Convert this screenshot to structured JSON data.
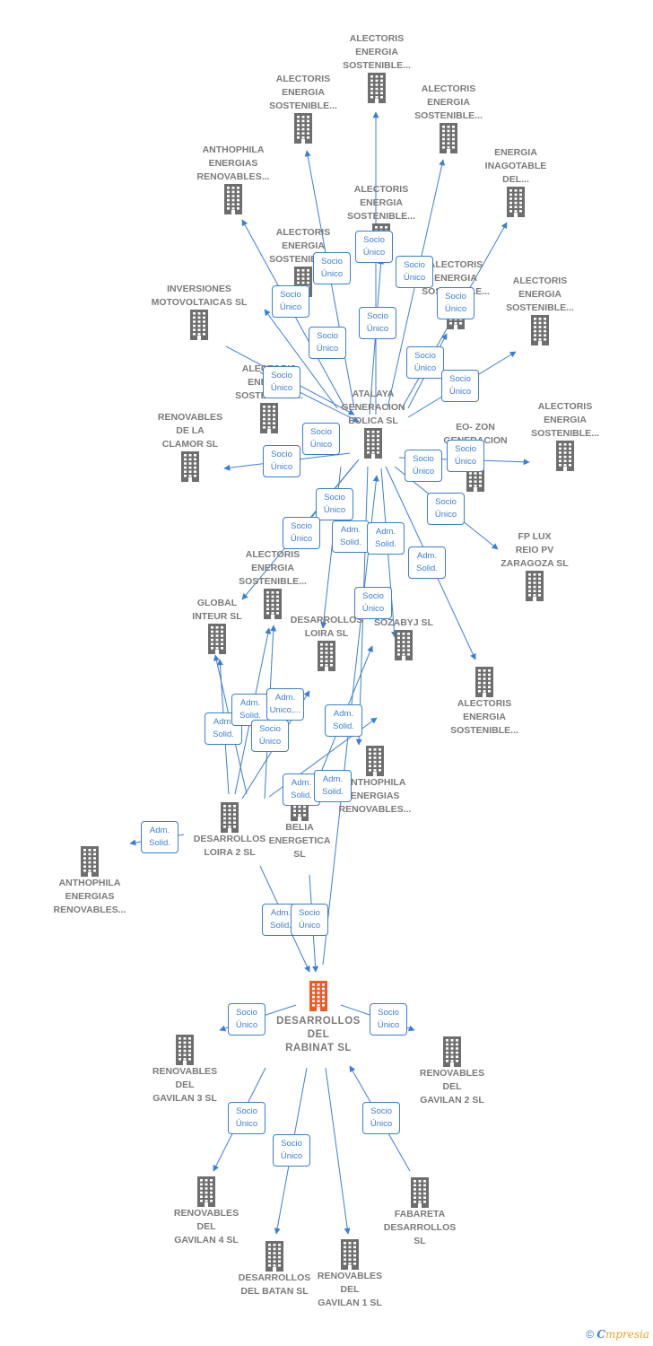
{
  "colors": {
    "node": "#6e6e6e",
    "primary": "#ee5a24",
    "edge": "#3a7fd5",
    "label": "#7a7a7a"
  },
  "nodes": [
    {
      "id": "n1",
      "label": "ALECTORIS\nENERGIA\nSOSTENIBLE...",
      "icon": "building-icon"
    },
    {
      "id": "n2",
      "label": "ALECTORIS\nENERGIA\nSOSTENIBLE...",
      "icon": "building-icon"
    },
    {
      "id": "n3",
      "label": "ALECTORIS\nENERGIA\nSOSTENIBLE...",
      "icon": "building-icon"
    },
    {
      "id": "n4",
      "label": "ANTHOPHILA\nENERGIAS\nRENOVABLES...",
      "icon": "building-icon"
    },
    {
      "id": "n5",
      "label": "ENERGIA\nINAGOTABLE\nDEL...",
      "icon": "building-icon"
    },
    {
      "id": "n6",
      "label": "ALECTORIS\nENERGIA\nSOSTENIBLE...",
      "icon": "building-icon"
    },
    {
      "id": "n7",
      "label": "ALECTORIS\nENERGIA\nSOSTENIBLE...",
      "icon": "building-icon"
    },
    {
      "id": "n8",
      "label": "ALECTORIS\nENERGIA\nSOSTENIBLE...",
      "icon": "building-icon"
    },
    {
      "id": "n9",
      "label": "ALECTORIS\nENERGIA\nSOSTENIBLE...",
      "icon": "building-icon"
    },
    {
      "id": "n10",
      "label": "INVERSIONES\nMOTOVOLTAICAS SL",
      "icon": "building-icon"
    },
    {
      "id": "n11",
      "label": "ALECTORIS\nENERGIA\nSOSTENIBLE...",
      "icon": "building-icon"
    },
    {
      "id": "n12",
      "label": "ATALAYA\nGENERACION\nEOLICA  SL",
      "icon": "building-icon"
    },
    {
      "id": "n13",
      "label": "ALECTORIS\nENERGIA\nSOSTENIBLE...",
      "icon": "building-icon"
    },
    {
      "id": "n14",
      "label": "RENOVABLES\nDE LA\nCLAMOR  SL",
      "icon": "building-icon"
    },
    {
      "id": "n15",
      "label": "EO- ZON\nGENERACION\nSL",
      "icon": "building-icon"
    },
    {
      "id": "n16",
      "label": "FP LUX\nREIO PV\nZARAGOZA  SL",
      "icon": "building-icon"
    },
    {
      "id": "n17",
      "label": "ALECTORIS\nENERGIA\nSOSTENIBLE...",
      "icon": "building-icon"
    },
    {
      "id": "n18",
      "label": "GLOBAL\nINTEUR  SL",
      "icon": "building-icon"
    },
    {
      "id": "n19",
      "label": "DESARROLLOS\nLOIRA SL",
      "icon": "building-icon"
    },
    {
      "id": "n20",
      "label": "SOZABYJ SL",
      "icon": "building-icon"
    },
    {
      "id": "n21",
      "label": "ALECTORIS\nENERGIA\nSOSTENIBLE...",
      "icon": "building-icon"
    },
    {
      "id": "n22",
      "label": "ANTHOPHILA\nENERGIAS\nRENOVABLES...",
      "icon": "building-icon"
    },
    {
      "id": "n23",
      "label": "DESARROLLOS\nLOIRA 2  SL",
      "icon": "building-icon"
    },
    {
      "id": "n24",
      "label": "BELIA\nENERGETICA\nSL",
      "icon": "building-icon"
    },
    {
      "id": "n25",
      "label": "ANTHOPHILA\nENERGIAS\nRENOVABLES...",
      "icon": "building-icon"
    },
    {
      "id": "n26",
      "label": "DESARROLLOS\nDEL\nRABINAT  SL",
      "icon": "building-icon",
      "primary": true
    },
    {
      "id": "n27",
      "label": "RENOVABLES\nDEL\nGAVILAN 3  SL",
      "icon": "building-icon"
    },
    {
      "id": "n28",
      "label": "RENOVABLES\nDEL\nGAVILAN 2  SL",
      "icon": "building-icon"
    },
    {
      "id": "n29",
      "label": "RENOVABLES\nDEL\nGAVILAN 4  SL",
      "icon": "building-icon"
    },
    {
      "id": "n30",
      "label": "FABARETA\nDESARROLLOS\nSL",
      "icon": "building-icon"
    },
    {
      "id": "n31",
      "label": "DESARROLLOS\nDEL BATAN  SL",
      "icon": "building-icon"
    },
    {
      "id": "n32",
      "label": "RENOVABLES\nDEL\nGAVILAN 1  SL",
      "icon": "building-icon"
    }
  ],
  "badges": [
    "Socio\nÚnico",
    "Socio\nÚnico",
    "Socio\nÚnico",
    "Socio\nÚnico",
    "Socio\nÚnico",
    "Socio\nÚnico",
    "Socio\nÚnico",
    "Socio\nÚnico",
    "Socio\nÚnico",
    "Socio\nÚnico",
    "Socio\nÚnico",
    "Socio\nÚnico",
    "Socio\nÚnico",
    "Socio\nÚnico",
    "Socio\nÚnico",
    "Socio\nÚnico",
    "Socio\nÚnico",
    "Adm.\nSolid.",
    "Adm.\nSolid.",
    "Socio\nÚnico",
    "Adm.\nSolid.",
    "Adm.\nSolid.",
    "Adm.\nSolid.",
    "Adm.\nUnico,...",
    "Socio\nÚnico",
    "Adm.\nSolid.",
    "Adm.\nSolid.",
    "Adm.\nSolid.",
    "Adm.\nSolid.",
    "Adm.\nSolid.",
    "Socio\nÚnico",
    "Socio\nÚnico",
    "Socio\nÚnico",
    "Socio\nÚnico",
    "Socio\nÚnico",
    "Socio\nÚnico"
  ],
  "footer": {
    "copyright": "©",
    "brand_initial": "C",
    "brand_rest": "mpresia"
  }
}
